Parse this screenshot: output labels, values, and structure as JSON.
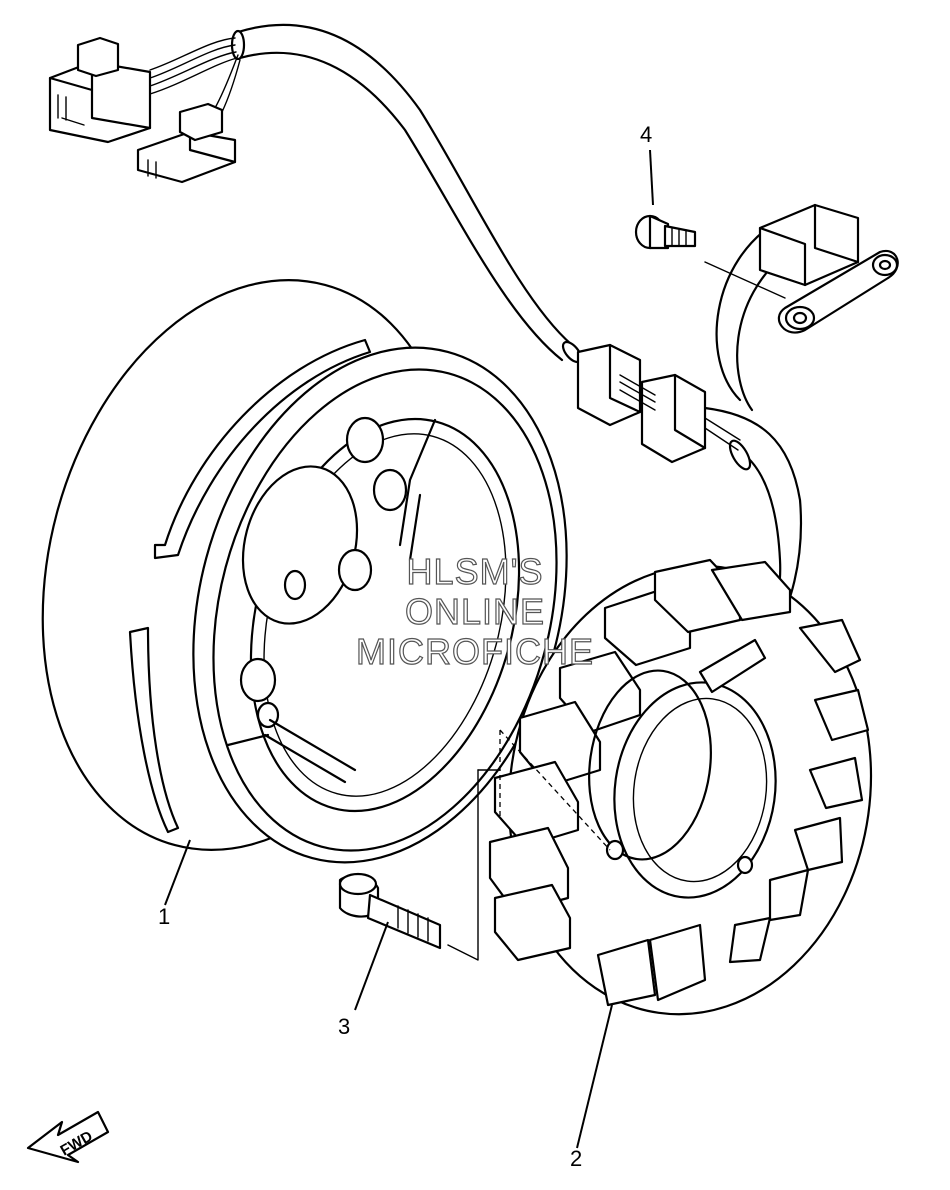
{
  "callouts": [
    {
      "label": "1",
      "part": "rotor"
    },
    {
      "label": "2",
      "part": "stator"
    },
    {
      "label": "3",
      "part": "bolt"
    },
    {
      "label": "4",
      "part": "screw"
    }
  ],
  "watermark": {
    "line1": "HLSM'S",
    "line2": "ONLINE",
    "line3": "MICROFICHE"
  },
  "direction_arrow": {
    "label": "FWD"
  }
}
